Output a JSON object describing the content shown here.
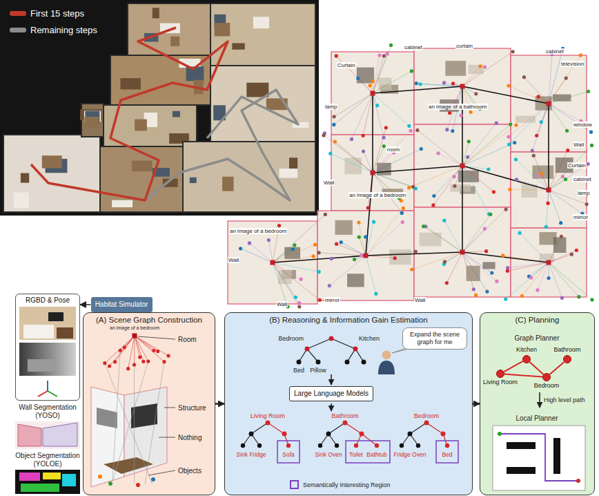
{
  "diagram": {
    "nodes": [
      {
        "text": [
          "RGBD & Pose"
        ]
      },
      {
        "text": [
          "Habitat Simulator"
        ]
      },
      {
        "text": [
          "(A) Scene Graph Construction"
        ]
      },
      {
        "text": [
          "(B) Reasoning & Information Gain Estimation"
        ]
      },
      {
        "text": [
          "Expand the scene graph for me"
        ],
        "in": 3
      },
      {
        "text": [
          "Large Language Models"
        ],
        "in": 3
      },
      {
        "text": [
          "(C) Planning"
        ]
      },
      {
        "text": [
          "Kitchen"
        ],
        "in": 6
      },
      {
        "text": [
          "Bathroom"
        ],
        "in": 6
      },
      {
        "text": [
          "Living Room"
        ],
        "in": 6
      },
      {
        "text": [
          "Bedroom"
        ],
        "in": 6
      }
    ],
    "edges": [
      {
        "from": 1,
        "to": 0,
        "arrow": "to"
      },
      {
        "from": 2,
        "to": 3,
        "arrow": "to"
      },
      {
        "from": 3,
        "to": 6,
        "arrow": "to"
      },
      {
        "from": 9,
        "to": 7,
        "arrow": "none"
      },
      {
        "from": 9,
        "to": 10,
        "arrow": "none"
      },
      {
        "from": 7,
        "to": 10,
        "arrow": "none"
      },
      {
        "from": 10,
        "to": 8,
        "arrow": "none"
      }
    ],
    "labels": [
      "cabinet",
      "curtain",
      "Curtain",
      "cabinet",
      "television",
      "lamp",
      "window",
      "Wall",
      "room",
      "Wall",
      "an image of a bathroom",
      "an image of a bedroom",
      "Curtain",
      "cabinet",
      "lamp",
      "mirror",
      "an image of a bedroom",
      "Wall",
      "Wall",
      "mirror",
      "Wall",
      "an image of a bedroom",
      "Room",
      "Structure",
      "Nothing",
      "Objects",
      "Wall Segmentation (YOSO)",
      "Object Segmentation (YOLOE)",
      "Bedroom",
      "Kitchen",
      "Bed",
      "Pillow",
      "Living Room",
      "Sofa",
      "Sink Fridge",
      "Bathroom",
      "Toilet",
      "Bathtub",
      "Sink Oven",
      "Bedroom",
      "Bed",
      "Fridge Oven",
      "Graph Planner",
      "High level path",
      "Local Planner"
    ],
    "legend": [
      {
        "text": "First 15 steps",
        "color": "#c0392b"
      },
      {
        "text": "Remaining steps",
        "color": "#8c8c8c"
      },
      {
        "text": "Semantically Interesting Region"
      }
    ]
  }
}
